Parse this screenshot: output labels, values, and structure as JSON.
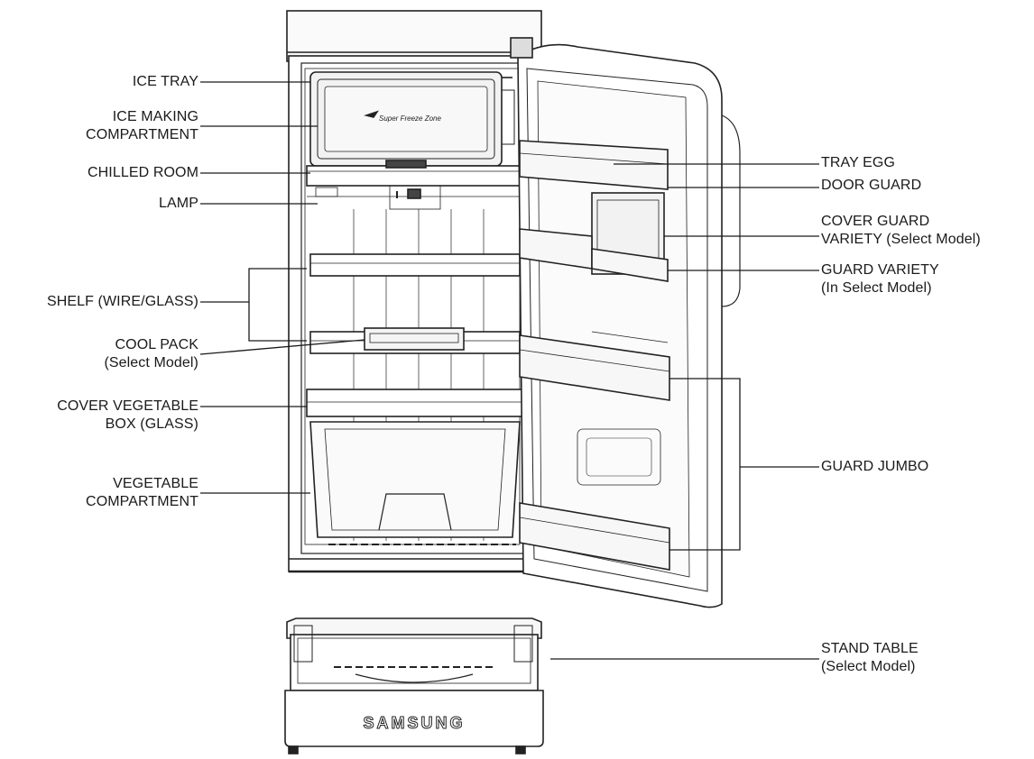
{
  "labels_left": [
    {
      "id": "ice-tray",
      "lines": [
        "ICE TRAY"
      ]
    },
    {
      "id": "ice-making-compartment",
      "lines": [
        "ICE MAKING",
        "COMPARTMENT"
      ]
    },
    {
      "id": "chilled-room",
      "lines": [
        "CHILLED ROOM"
      ]
    },
    {
      "id": "lamp",
      "lines": [
        "LAMP"
      ]
    },
    {
      "id": "shelf",
      "lines": [
        "SHELF (WIRE/GLASS)"
      ]
    },
    {
      "id": "cool-pack",
      "lines": [
        "COOL PACK",
        "(Select Model)"
      ]
    },
    {
      "id": "cover-vegetable-box",
      "lines": [
        "COVER VEGETABLE",
        "BOX (GLASS)"
      ]
    },
    {
      "id": "vegetable-compartment",
      "lines": [
        "VEGETABLE",
        "COMPARTMENT"
      ]
    }
  ],
  "labels_right": [
    {
      "id": "tray-egg",
      "lines": [
        "TRAY EGG"
      ]
    },
    {
      "id": "door-guard",
      "lines": [
        "DOOR GUARD"
      ]
    },
    {
      "id": "cover-guard-variety",
      "lines": [
        "COVER GUARD",
        "VARIETY (Select Model)"
      ]
    },
    {
      "id": "guard-variety",
      "lines": [
        "GUARD VARIETY",
        "(In Select Model)"
      ]
    },
    {
      "id": "guard-jumbo",
      "lines": [
        "GUARD JUMBO"
      ]
    },
    {
      "id": "stand-table",
      "lines": [
        "STAND TABLE",
        "(Select Model)"
      ]
    }
  ],
  "brand": {
    "stand_logo": "SAMSUNG",
    "ice_box_logo": "Super Freeze Zone"
  },
  "colors": {
    "ink": "#1a1a1a",
    "line": "#222222",
    "panel": "#f4f4f4"
  }
}
